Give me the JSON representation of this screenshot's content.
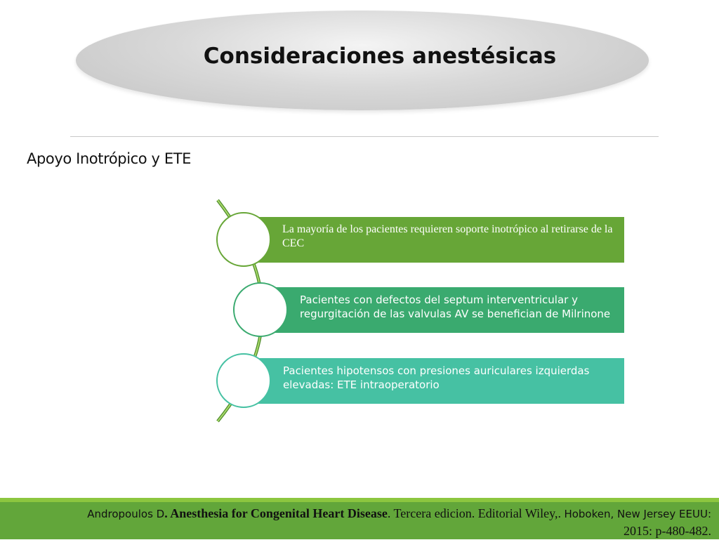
{
  "title": "Consideraciones anestésicas",
  "subtitle": "Apoyo Inotrópico y ETE",
  "items": [
    {
      "text": "La mayoría de los pacientes requieren soporte inotrópico al retirarse de la CEC",
      "color": "#67a637"
    },
    {
      "text": "Pacientes con defectos del septum interventricular y regurgitación de las valvulas AV se benefician de Milrinone",
      "color": "#3aaa6f"
    },
    {
      "text": "Pacientes hipotensos con presiones auriculares izquierdas elevadas: ETE intraoperatorio",
      "color": "#46c1a3"
    }
  ],
  "reference": {
    "author": "Andropoulos D",
    "book": ". Anesthesia for Congenital Heart Disease",
    "publisher": ". Tercera edicion. Editorial Wiley,. ",
    "place": "Hoboken, New Jersey  EEUU:",
    "pages": "2015: p-480-482."
  },
  "colors": {
    "footer": "#62a63a",
    "footer_stripe": "#8cc63f",
    "arc": "#8cc63f"
  }
}
